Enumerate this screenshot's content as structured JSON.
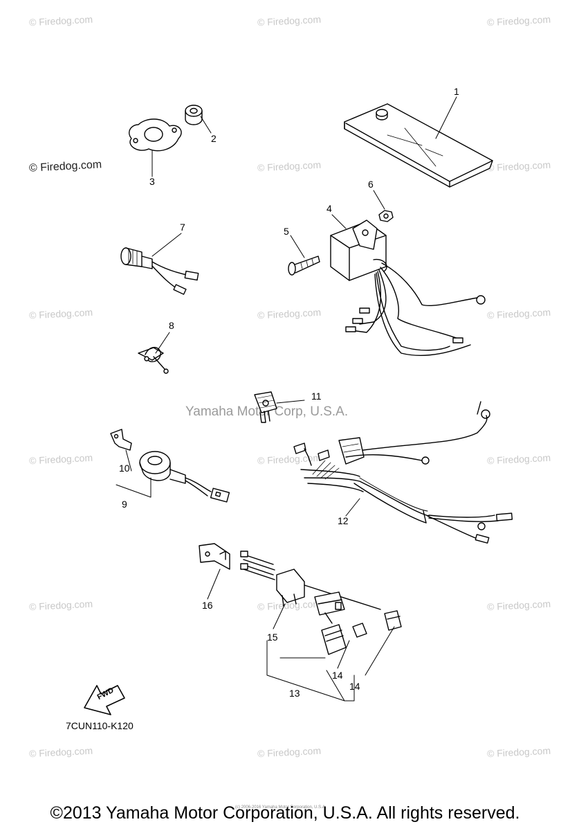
{
  "watermark": "© Firedog.com",
  "center_watermark": "Yamaha Motor Corp, U.S.A.",
  "diagram_code": "7CUN110-K120",
  "fwd_label": "FWD",
  "tiny_copyright": "(c) 2006-2016 Yamaha Motor Corporation, U.S.A.",
  "footer": "©2013 Yamaha Motor Corporation, U.S.A. All rights reserved.",
  "callouts": {
    "c1": "1",
    "c2": "2",
    "c3": "3",
    "c4": "4",
    "c5": "5",
    "c6": "6",
    "c7": "7",
    "c8": "8",
    "c9": "9",
    "c10": "10",
    "c11": "11",
    "c12": "12",
    "c13": "13",
    "c14a": "14",
    "c14b": "14",
    "c15": "15",
    "c16": "16"
  }
}
